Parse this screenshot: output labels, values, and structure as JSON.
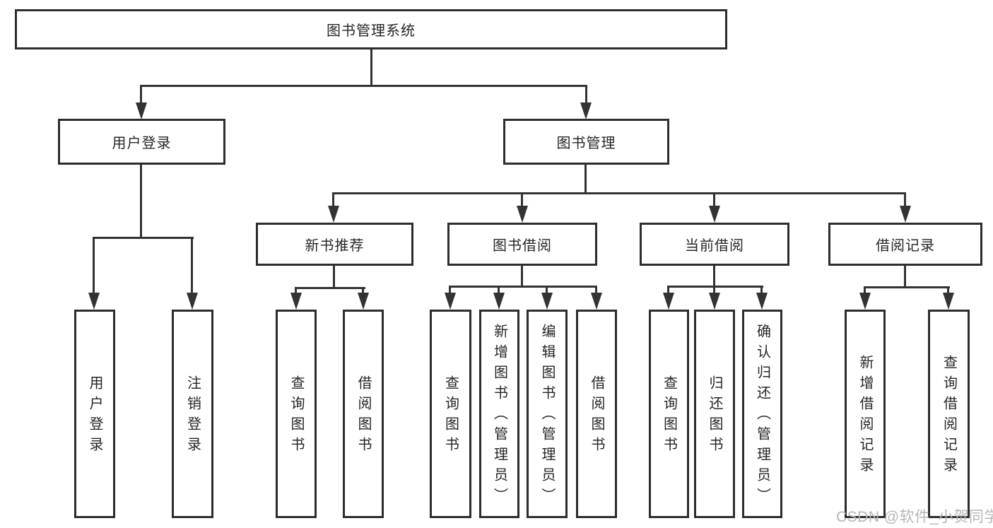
{
  "diagram_title": "图书管理系统",
  "nodes": {
    "root": "图书管理系统",
    "l2_user_login": "用户登录",
    "l2_book_mgmt": "图书管理",
    "l3_new_book": "新书推荐",
    "l3_book_borrow": "图书借阅",
    "l3_current_borrow": "当前借阅",
    "l3_borrow_record": "借阅记录",
    "leaf_user_login": "用户登录",
    "leaf_logout": "注销登录",
    "leaf_nb_query_book": "查询图书",
    "leaf_nb_borrow_book": "借阅图书",
    "leaf_bb_query_book": "查询图书",
    "leaf_bb_add_book": "新增图书（管理员）",
    "leaf_bb_edit_book": "编辑图书（管理员）",
    "leaf_bb_borrow_book": "借阅图书",
    "leaf_cb_query_book": "查询图书",
    "leaf_cb_return_book": "归还图书",
    "leaf_cb_confirm_return": "确认归还（管理员）",
    "leaf_br_add_record": "新增借阅记录",
    "leaf_br_query_record": "查询借阅记录"
  },
  "watermark": "CSDN @软件_小贺同学",
  "colors": {
    "line": "#333333",
    "box_border": "#2d2d2d",
    "text": "#262626",
    "watermark": "#b6b6b6",
    "background": "#ffffff"
  }
}
